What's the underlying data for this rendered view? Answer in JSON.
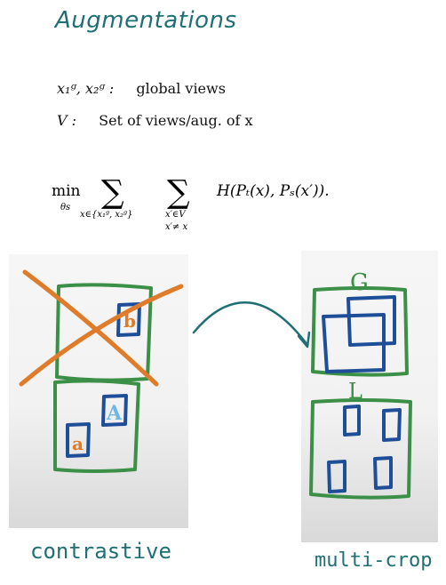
{
  "title": "Augmentations",
  "definitions": [
    {
      "symbol": "x₁ᵍ, x₂ᵍ :",
      "text": "global views"
    },
    {
      "symbol": "V :",
      "text": "Set of views/aug. of x"
    }
  ],
  "formula": {
    "min": "min",
    "min_sub": "θs",
    "sum1_sub": "x∈{x₁ᵍ, x₂ᵍ}",
    "sum2_sub_line1": "x′∈V",
    "sum2_sub_line2": "x′≠ x",
    "term": "H(Pₜ(x), Pₛ(x′))."
  },
  "sketch": {
    "left_label_b": "b",
    "left_label_a": "a",
    "left_label_A": "A",
    "right_label_G": "G",
    "right_label_L": "L"
  },
  "captions": {
    "left": "contrastive",
    "right": "multi-crop"
  },
  "colors": {
    "teal": "#1f6f74",
    "green": "#3b8f47",
    "blue": "#1f4e99",
    "orange": "#e07b2a",
    "light_blue": "#6fb7e6"
  }
}
